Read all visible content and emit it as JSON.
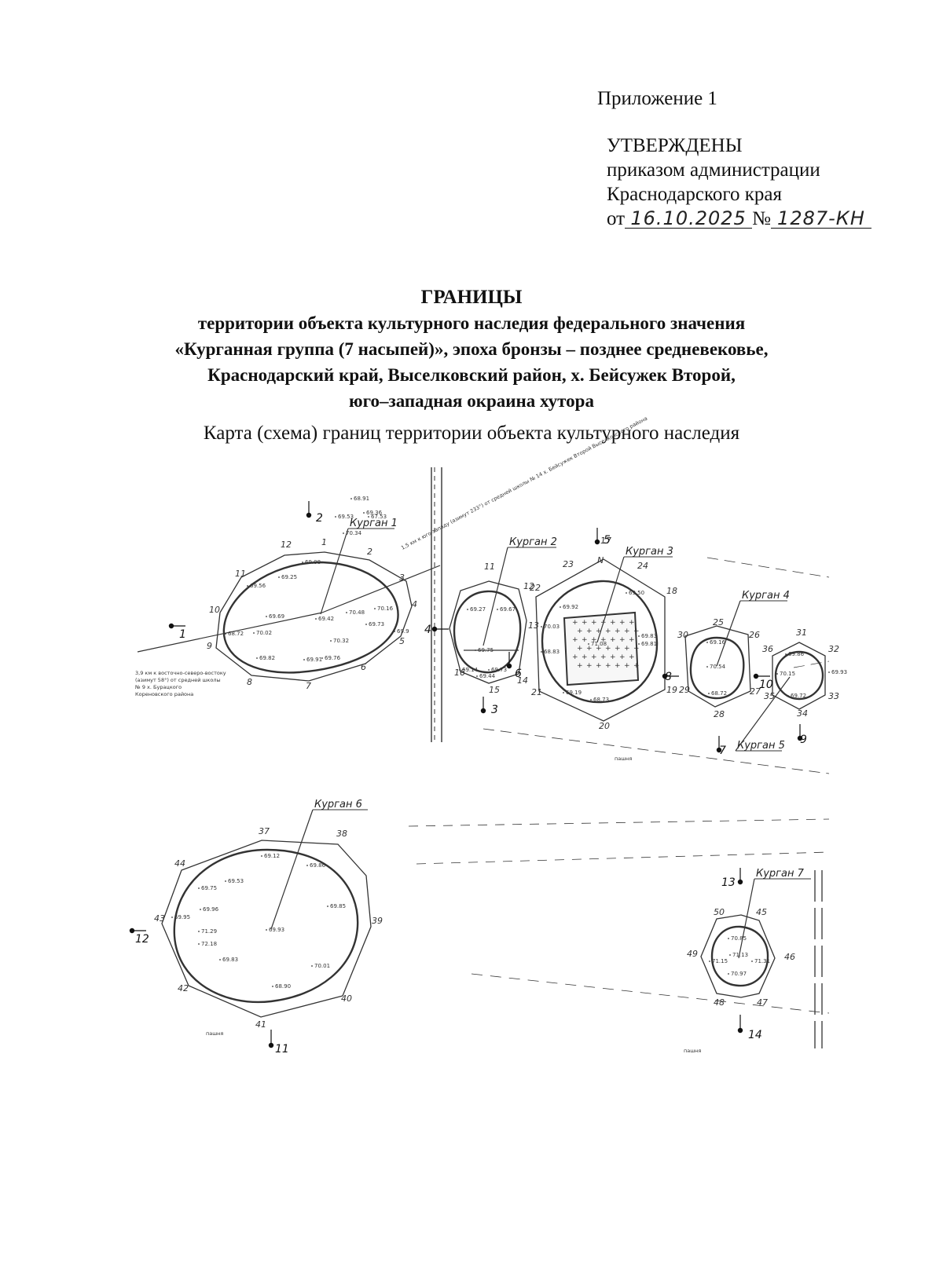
{
  "header": {
    "appendix": "Приложение 1",
    "approved": "УТВЕРЖДЕНЫ",
    "by_order": "приказом администрации",
    "region": "Краснодарского края",
    "from_prefix": "от",
    "date": "16.10.2025",
    "number_prefix": "№",
    "number": "1287-КН"
  },
  "title": {
    "main": "ГРАНИЦЫ",
    "line1": "территории объекта культурного наследия федерального значения",
    "line2": "«Курганная группа (7 насыпей)», эпоха бронзы – позднее средневековье,",
    "line3": "Краснодарский край, Выселковский район, х. Бейсужек Второй,",
    "line4": "юго–западная окраина хутора"
  },
  "map": {
    "caption": "Карта (схема) границ территории объекта культурного наследия",
    "mounds": [
      "Курган 1",
      "Курган 2",
      "Курган 3",
      "Курган 4",
      "Курган 5",
      "Курган 6",
      "Курган 7"
    ],
    "note_road": "1,5 км к юго-западу (азимут 233°) от средней школы № 14 х. Бейсужек Второй Выселковского района",
    "note_left": [
      "3,9 км к восточно-северо-востоку",
      "(азимут 58°) от средней школы",
      "№ 9 х. Бурацкого",
      "Кореновского района"
    ],
    "refs": [
      "1",
      "2",
      "3",
      "4",
      "5",
      "6",
      "7",
      "8",
      "9",
      "10",
      "11",
      "12",
      "13",
      "14"
    ],
    "vertices": {
      "m1": [
        "1",
        "2",
        "3",
        "4",
        "5",
        "6",
        "7",
        "8",
        "9",
        "10",
        "11",
        "12"
      ],
      "m2": [
        "11",
        "12",
        "13",
        "14",
        "15",
        "16"
      ],
      "m3": [
        "17",
        "18",
        "19",
        "20",
        "21",
        "22",
        "23",
        "24"
      ],
      "m4": [
        "25",
        "26",
        "27",
        "28",
        "29",
        "30"
      ],
      "m5": [
        "31",
        "32",
        "33",
        "34",
        "35",
        "36"
      ],
      "m6": [
        "37",
        "38",
        "39",
        "40",
        "41",
        "42",
        "43",
        "44"
      ],
      "m7": [
        "45",
        "46",
        "47",
        "48",
        "49",
        "50"
      ]
    },
    "elevations": {
      "m1": [
        "68.91",
        "69.53",
        "67.53",
        "69.36",
        "70.34",
        "69.08",
        "69.25",
        "69.56",
        "69.69",
        "69.42",
        "70.48",
        "70.16",
        "69.73",
        "69.9",
        "70.32",
        "70.02",
        "69.82",
        "69.91",
        "69.76",
        "68.72"
      ],
      "m2": [
        "69.27",
        "69.75",
        "69.14",
        "69.73",
        "69.44",
        "69.67"
      ],
      "m3": [
        "69.50",
        "69.92",
        "70.03",
        "71.08",
        "69.83",
        "69.19",
        "68.73",
        "68.83",
        "69.81"
      ],
      "m4": [
        "69.16",
        "70.54",
        "68.72"
      ],
      "m5": [
        "69.86",
        "70.15",
        "69.72",
        "69.93"
      ],
      "m6": [
        "69.12",
        "69.86",
        "69.53",
        "69.75",
        "69.95",
        "69.96",
        "71.29",
        "69.93",
        "72.18",
        "69.83",
        "69.85",
        "70.01",
        "68.90"
      ],
      "m7": [
        "70.85",
        "71.13",
        "71.15",
        "71.31",
        "70.97"
      ]
    },
    "arable": "пашня"
  }
}
